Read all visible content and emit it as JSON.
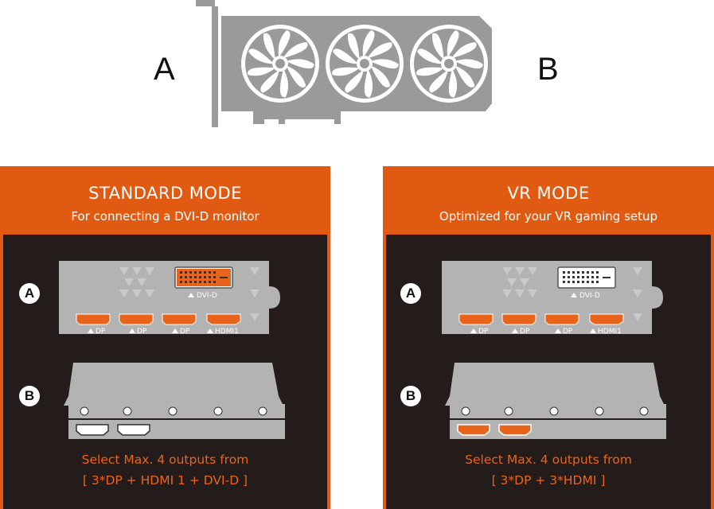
{
  "header": {
    "side_a": "A",
    "side_b": "B"
  },
  "panels": [
    {
      "title": "STANDARD MODE",
      "subtitle": "For connecting a DVI-D monitor",
      "circle_a": "A",
      "circle_b": "B",
      "ports": {
        "dvi": "DVI-D",
        "dp1": "DP",
        "dp2": "DP",
        "dp3": "DP",
        "hdmi1": "HDMI1"
      },
      "footer_line1": "Select Max. 4 outputs from",
      "footer_line2": "[ 3*DP + HDMI 1 + DVI-D ]"
    },
    {
      "title": "VR MODE",
      "subtitle": "Optimized for your VR gaming setup",
      "circle_a": "A",
      "circle_b": "B",
      "ports": {
        "dvi": "DVI-D",
        "dp1": "DP",
        "dp2": "DP",
        "dp3": "DP",
        "hdmi1": "HDMI1"
      },
      "footer_line1": "Select Max. 4 outputs from",
      "footer_line2": "[ 3*DP + 3*HDMI ]"
    }
  ],
  "colors": {
    "accent": "#e05a12",
    "panel_dark": "#231c1b",
    "port_active": "#e8641a",
    "metal": "#b3b3b3"
  },
  "icons": {
    "graphics_card": "graphics-card-illustration",
    "fan": "fan-icon",
    "port_triangle": "triangle-up-icon"
  }
}
